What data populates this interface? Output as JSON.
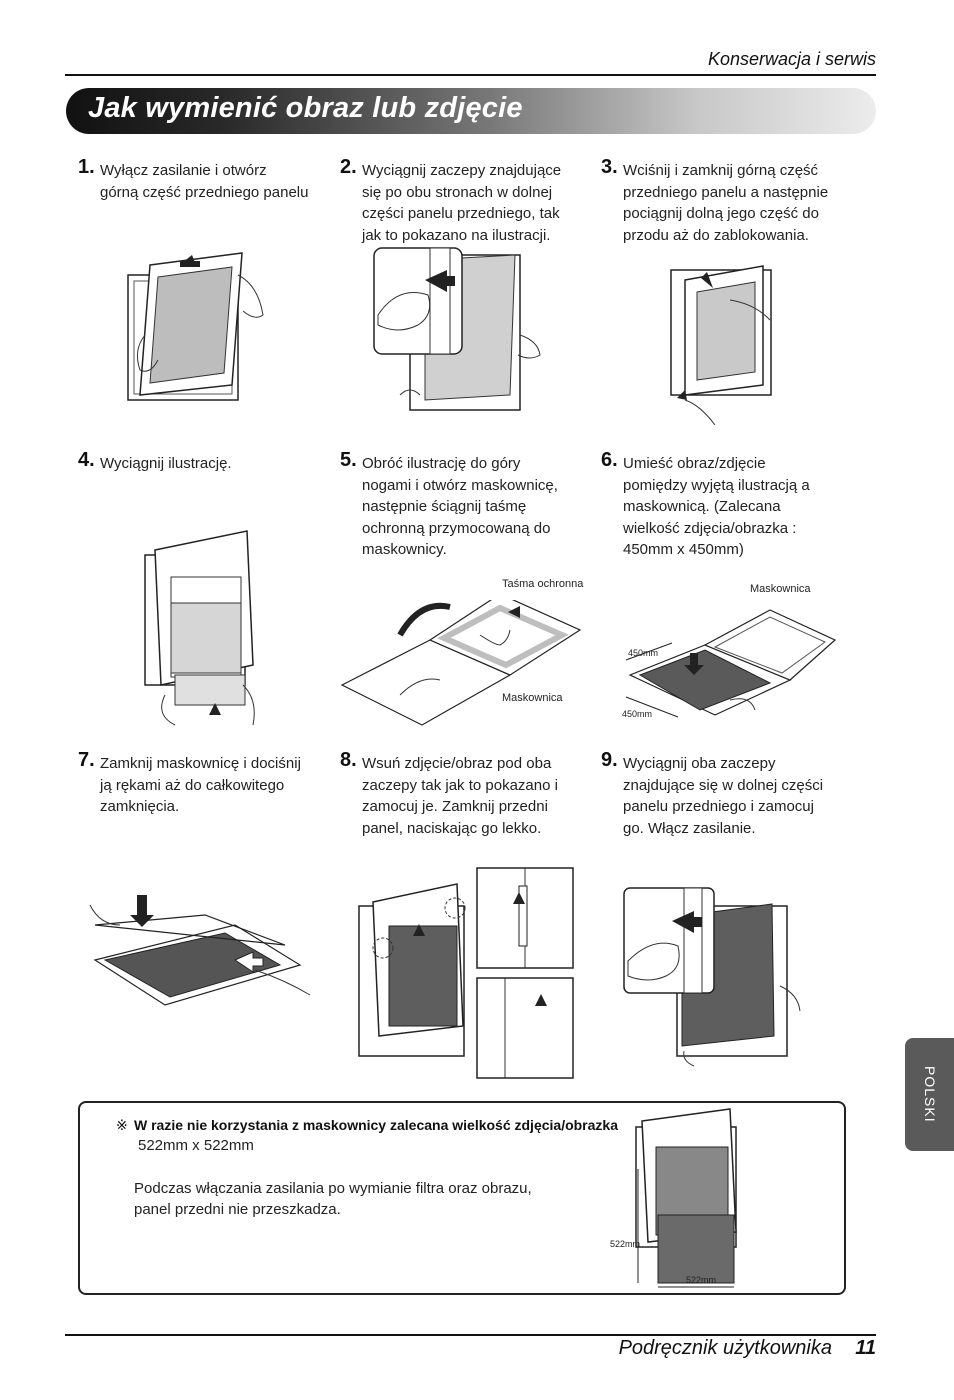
{
  "header": {
    "section": "Konserwacja i serwis",
    "title": "Jak wymienić obraz lub zdjęcie"
  },
  "steps": [
    {
      "num": "1",
      "lines": [
        "Wyłącz zasilanie i otwórz",
        "górną część przedniego panelu"
      ]
    },
    {
      "num": "2",
      "lines": [
        "Wyciągnij zaczepy znajdujące",
        "się po obu stronach w dolnej",
        "części panelu przedniego, tak",
        "jak to pokazano na ilustracji."
      ]
    },
    {
      "num": "3",
      "lines": [
        "Wciśnij i zamknij górną część",
        "przedniego panelu a następnie",
        "pociągnij dolną jego część do",
        "przodu aż do zablokowania."
      ]
    },
    {
      "num": "4",
      "lines": [
        "Wyciągnij ilustrację."
      ]
    },
    {
      "num": "5",
      "lines": [
        "Obróć ilustrację do góry",
        "nogami i otwórz maskownicę,",
        "następnie ściągnij taśmę",
        "ochronną przymocowaną do",
        "maskownicy."
      ]
    },
    {
      "num": "6",
      "lines": [
        "Umieść obraz/zdjęcie",
        "pomiędzy wyjętą ilustracją a",
        "maskownicą. (Zalecana",
        "wielkość zdjęcia/obrazka :",
        "450mm x 450mm)"
      ]
    },
    {
      "num": "7",
      "lines": [
        "Zamknij maskownicę i dociśnij",
        "ją rękami aż do całkowitego",
        "zamknięcia."
      ]
    },
    {
      "num": "8",
      "lines": [
        "Wsuń zdjęcie/obraz pod oba",
        "zaczepy tak jak to pokazano i",
        "zamocuj je. Zamknij przedni",
        "panel, naciskając go lekko."
      ]
    },
    {
      "num": "9",
      "lines": [
        "Wyciągnij oba zaczepy",
        "znajdujące się w dolnej części",
        "panelu przedniego i zamocuj",
        "go. Włącz zasilanie."
      ]
    }
  ],
  "figures": {
    "step5_tape": "Taśma ochronna",
    "step5_mask": "Maskownica",
    "step6_mask": "Maskownica",
    "step6_dim_h": "450mm",
    "step6_dim_w": "450mm",
    "note_dim_h": "522mm",
    "note_dim_w": "522mm"
  },
  "note": {
    "mark": "※",
    "bold": "W razie nie korzystania z maskownicy zalecana wielkość zdjęcia/obrazka",
    "size": "522mm x 522mm",
    "line1": "Podczas włączania zasilania po wymianie filtra oraz obrazu,",
    "line2": "panel przedni nie przeszkadza."
  },
  "side_tab": "POLSKI",
  "footer": {
    "manual": "Podręcznik użytkownika",
    "page": "11"
  }
}
